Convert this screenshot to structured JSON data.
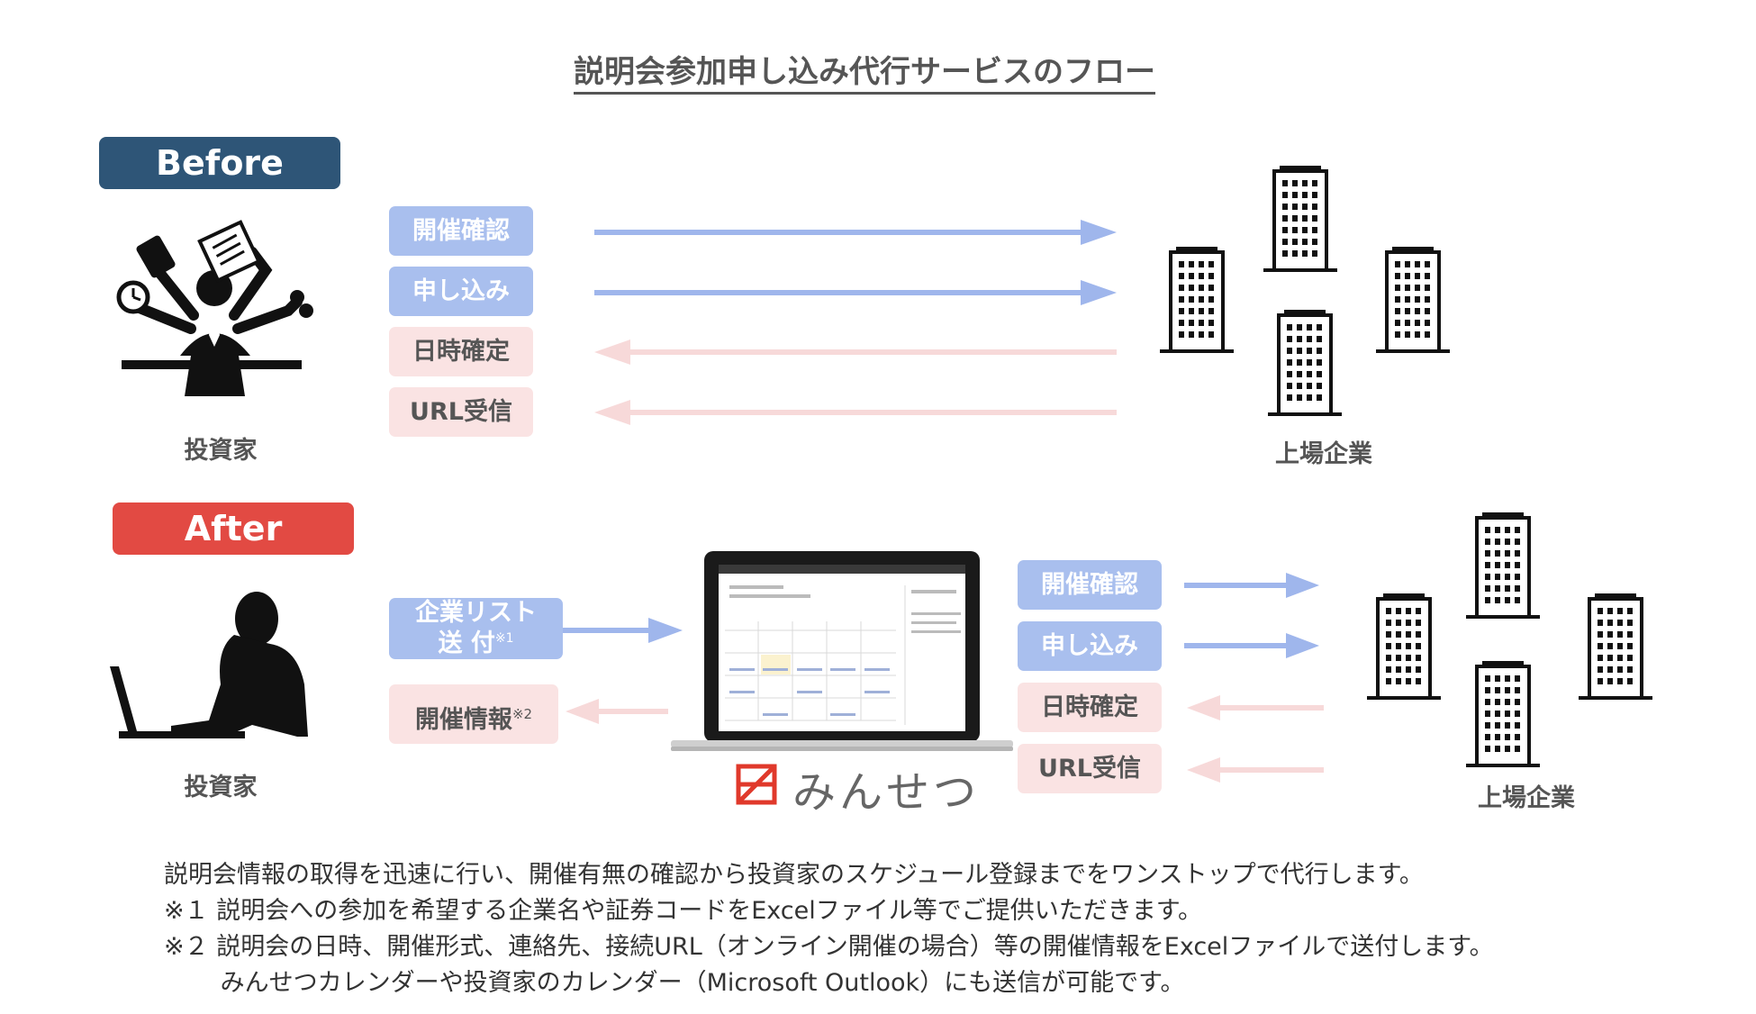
{
  "title": "説明会参加申し込み代行サービスのフロー",
  "before": {
    "badge": "Before",
    "investor_label": "投資家",
    "company_label": "上場企業",
    "steps": [
      "開催確認",
      "申し込み",
      "日時確定",
      "URL受信"
    ]
  },
  "after": {
    "badge": "After",
    "investor_label": "投資家",
    "company_label": "上場企業",
    "send_list": {
      "line1": "企業リスト",
      "line2": "送 付",
      "note": "※1"
    },
    "event_info": {
      "text": "開催情報",
      "note": "※2"
    },
    "brand": "みんせつ",
    "steps": [
      "開催確認",
      "申し込み",
      "日時確定",
      "URL受信"
    ]
  },
  "notes": [
    "説明会情報の取得を迅速に行い、開催有無の確認から投資家のスケジュール登録までをワンストップで代行します。",
    "※１ 説明会への参加を希望する企業名や証券コードをExcelファイル等でご提供いただきます。",
    "※２ 説明会の日時、開催形式、連絡先、接続URL（オンライン開催の場合）等の開催情報をExcelファイルで送付します。",
    "　　 みんせつカレンダーや投資家のカレンダー（Microsoft Outlook）にも送信が可能です。"
  ],
  "colors": {
    "before": "#2e5577",
    "after": "#e24a43",
    "blue_step": "#a9bfee",
    "pink_step": "#fae3e3",
    "blue_arrow": "#9fb6ec",
    "pink_arrow": "#f7d9d9",
    "brand": "#e0392b"
  },
  "icons": [
    "multitasking-person-icon",
    "building-icon",
    "laptop-person-silhouette-icon",
    "laptop-calendar-icon",
    "minsetsu-logo-icon"
  ]
}
